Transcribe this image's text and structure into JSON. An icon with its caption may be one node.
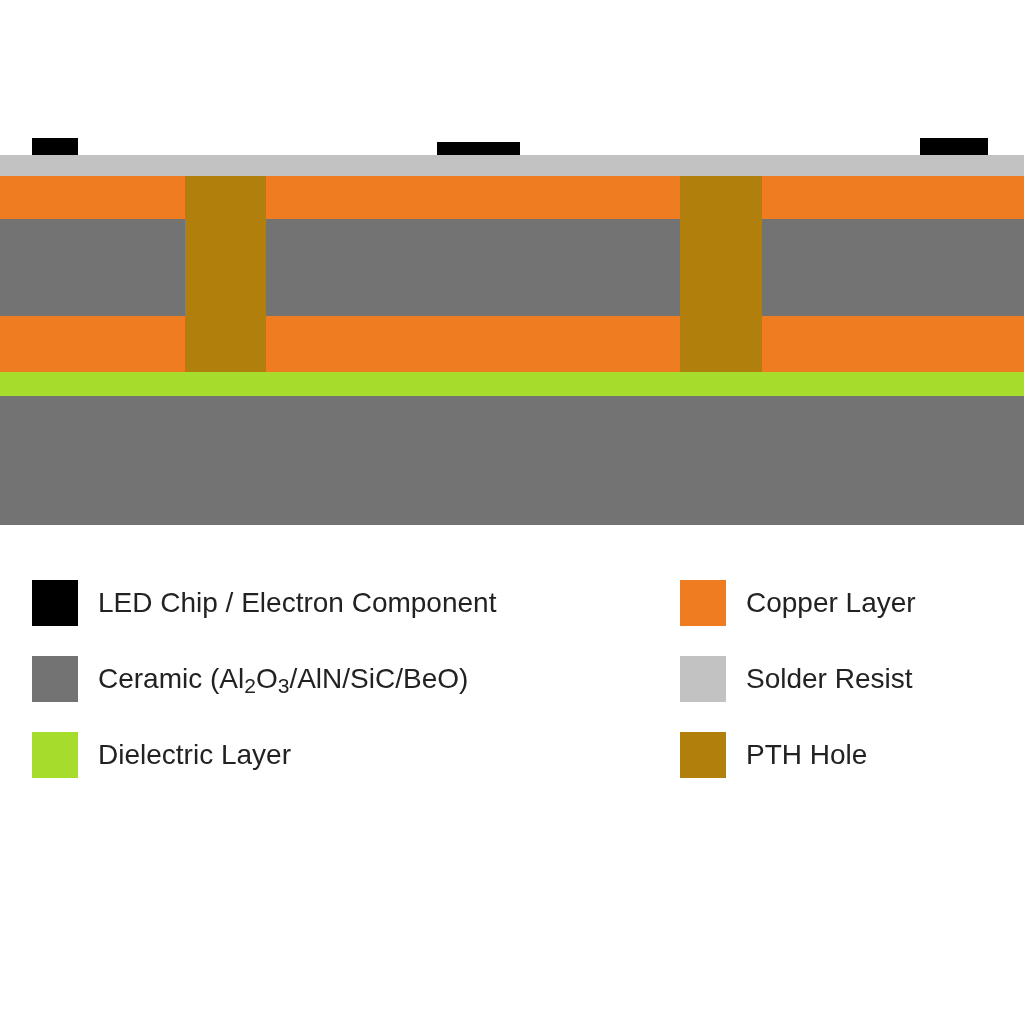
{
  "diagram": {
    "legend": [
      {
        "text": "LED Chip / Electron Component",
        "color": "#000000"
      },
      {
        "text": "Copper Layer",
        "color": "#f07c22"
      },
      {
        "text": "Ceramic (Al$_{2}$O$_{3}$/AlN/SiC/BeO)",
        "color": "#737373"
      },
      {
        "text": "Solder Resist",
        "color": "#c2c2c2"
      },
      {
        "text": "Dielectric Layer",
        "color": "#a6dc2c"
      },
      {
        "text": "PTH Hole",
        "color": "#b07f0c"
      }
    ]
  }
}
